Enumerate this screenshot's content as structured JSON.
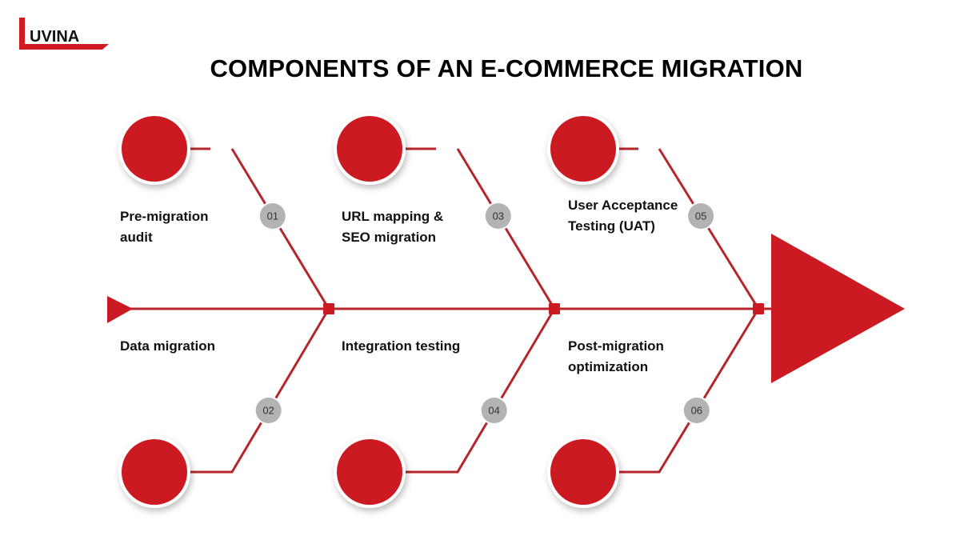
{
  "logo": {
    "text": "LUVINA",
    "color": "#d01b22"
  },
  "title": "COMPONENTS OF AN E-COMMERCE MIGRATION",
  "colors": {
    "accent": "#cc1a22",
    "line": "#b5262c",
    "badge": "#b3b3b3"
  },
  "steps": [
    {
      "number": "01",
      "label": "Pre-migration audit"
    },
    {
      "number": "02",
      "label": "Data migration"
    },
    {
      "number": "03",
      "label": "URL mapping & SEO migration"
    },
    {
      "number": "04",
      "label": "Integration testing"
    },
    {
      "number": "05",
      "label": "User Acceptance Testing (UAT)"
    },
    {
      "number": "06",
      "label": "Post-migration optimization"
    }
  ]
}
